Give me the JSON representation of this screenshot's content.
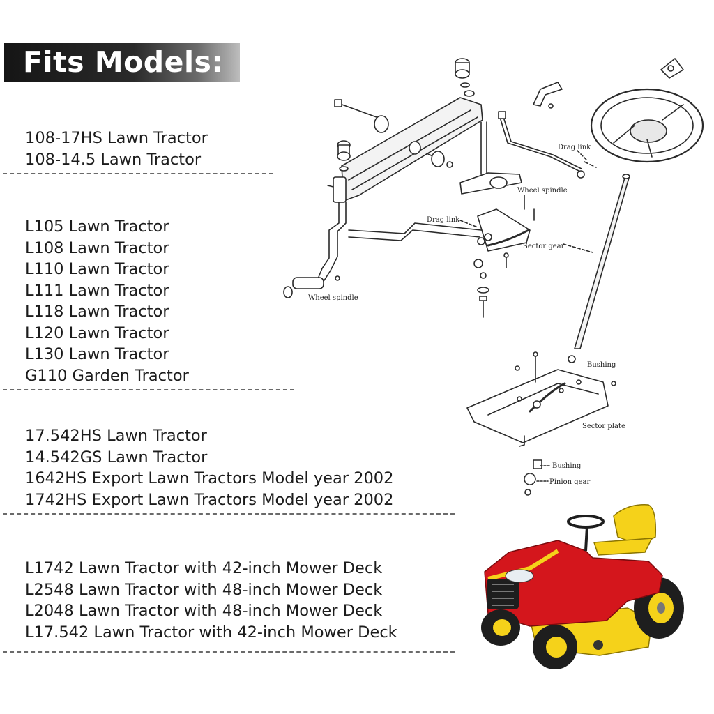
{
  "header": {
    "title": "Fits Models:"
  },
  "groups": [
    {
      "models": [
        "108-17HS Lawn Tractor",
        "108-14.5 Lawn Tractor"
      ]
    },
    {
      "models": [
        "L105 Lawn Tractor",
        "L108 Lawn Tractor",
        "L110 Lawn Tractor",
        "L111 Lawn Tractor",
        "L118 Lawn Tractor",
        "L120 Lawn Tractor",
        "L130 Lawn Tractor",
        "G110 Garden Tractor"
      ]
    },
    {
      "models": [
        "17.542HS Lawn Tractor",
        "14.542GS Lawn Tractor",
        "1642HS Export Lawn Tractors Model year 2002",
        "1742HS Export Lawn Tractors Model year 2002"
      ]
    },
    {
      "models": [
        "L1742 Lawn Tractor with 42-inch Mower Deck",
        "L2548 Lawn Tractor with 48-inch Mower Deck",
        "L2048 Lawn Tractor with 48-inch Mower Deck",
        "L17.542 Lawn Tractor with 42-inch Mower Deck"
      ]
    }
  ],
  "diagram": {
    "labels": {
      "drag_link_1": "Drag link",
      "wheel_spindle_1": "Wheel spindle",
      "drag_link_2": "Drag link",
      "sector_gear": "Sector gear",
      "wheel_spindle_2": "Wheel spindle",
      "bushing_1": "Bushing",
      "sector_plate": "Sector plate",
      "bushing_2": "Bushing",
      "pinion_gear": "Pinion gear"
    }
  },
  "colors": {
    "tractor_body": "#d4161c",
    "seat_and_deck": "#f5d21a",
    "tire": "#1e1e1e",
    "title_bg": "#1a1a1a"
  }
}
